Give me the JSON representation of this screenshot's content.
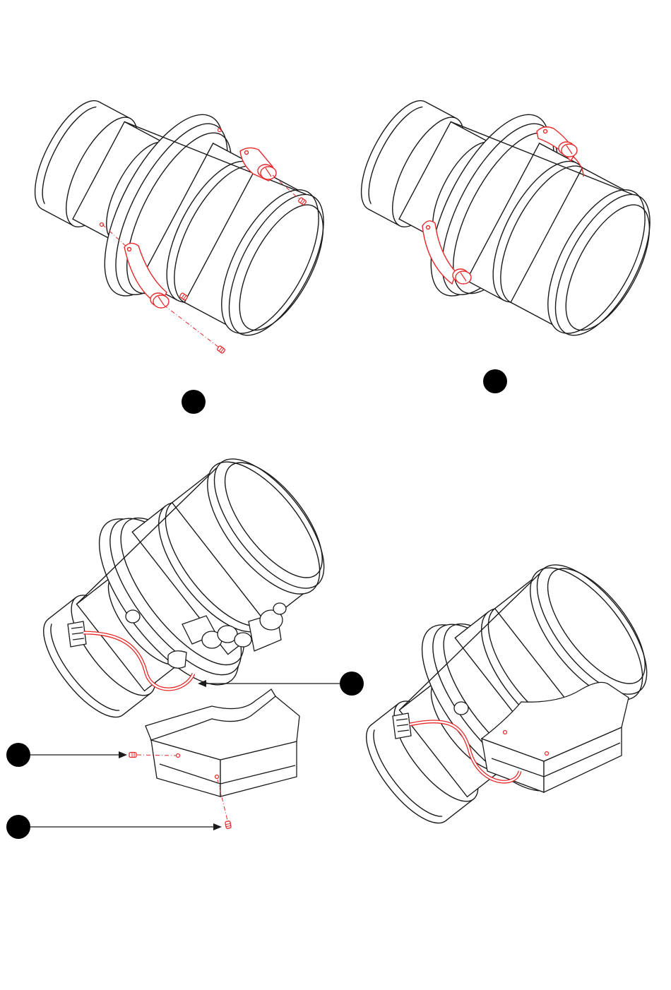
{
  "figure": {
    "panels": [
      {
        "id": "step-1",
        "label": "",
        "action": "attach-brackets"
      },
      {
        "id": "step-2",
        "label": "",
        "action": "brackets-attached"
      },
      {
        "id": "step-3",
        "label": "",
        "action": "route-cable-attach-cover"
      },
      {
        "id": "step-4",
        "label": "",
        "action": "cover-installed"
      }
    ],
    "callouts": [
      {
        "id": "c1",
        "label": ""
      },
      {
        "id": "c2",
        "label": ""
      },
      {
        "id": "c3",
        "label": ""
      },
      {
        "id": "c4",
        "label": ""
      },
      {
        "id": "c5",
        "label": ""
      }
    ]
  },
  "colors": {
    "line": "#1a1a1a",
    "highlight": "#e8282b",
    "callout": "#000000",
    "background": "#ffffff"
  },
  "icons": {
    "lens": "lens-barrel-drawing",
    "bracket": "mounting-bracket",
    "screw": "screw-icon",
    "cable": "cable-icon",
    "cover": "lens-cover-drawing"
  }
}
